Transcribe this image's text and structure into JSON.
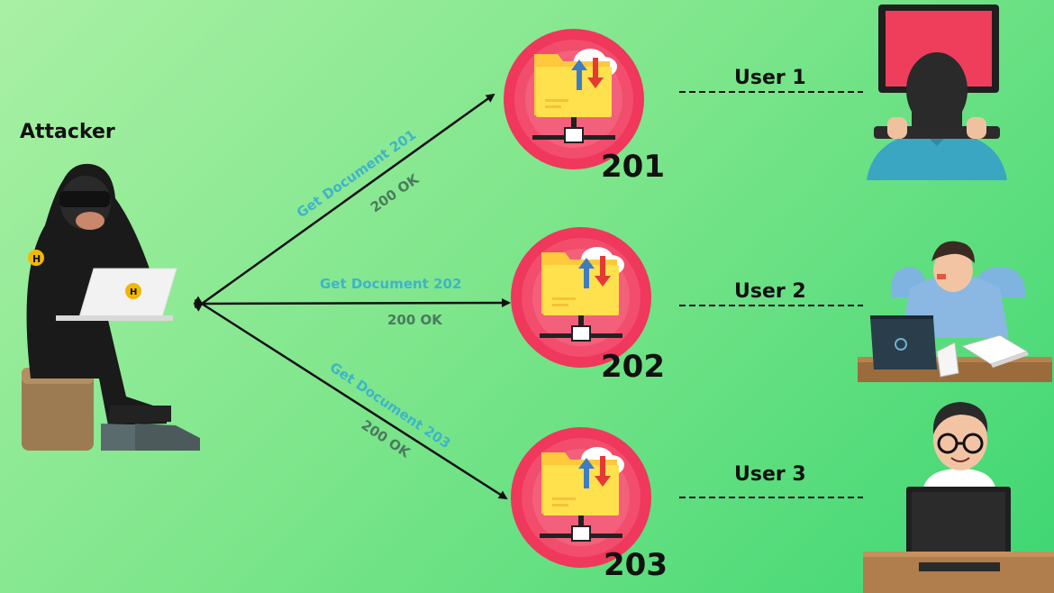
{
  "attacker": {
    "label": "Attacker"
  },
  "colors": {
    "request_text": "#3fb4c9",
    "response_text": "#4a7a5e",
    "server_circle": "#f0375c",
    "folder": "#ffd83d"
  },
  "servers": [
    {
      "id": "201",
      "request": "Get Document 201",
      "response": "200 OK",
      "user": "User 1"
    },
    {
      "id": "202",
      "request": "Get Document 202",
      "response": "200 OK",
      "user": "User 2"
    },
    {
      "id": "203",
      "request": "Get Document 203",
      "response": "200 OK",
      "user": "User 3"
    }
  ]
}
